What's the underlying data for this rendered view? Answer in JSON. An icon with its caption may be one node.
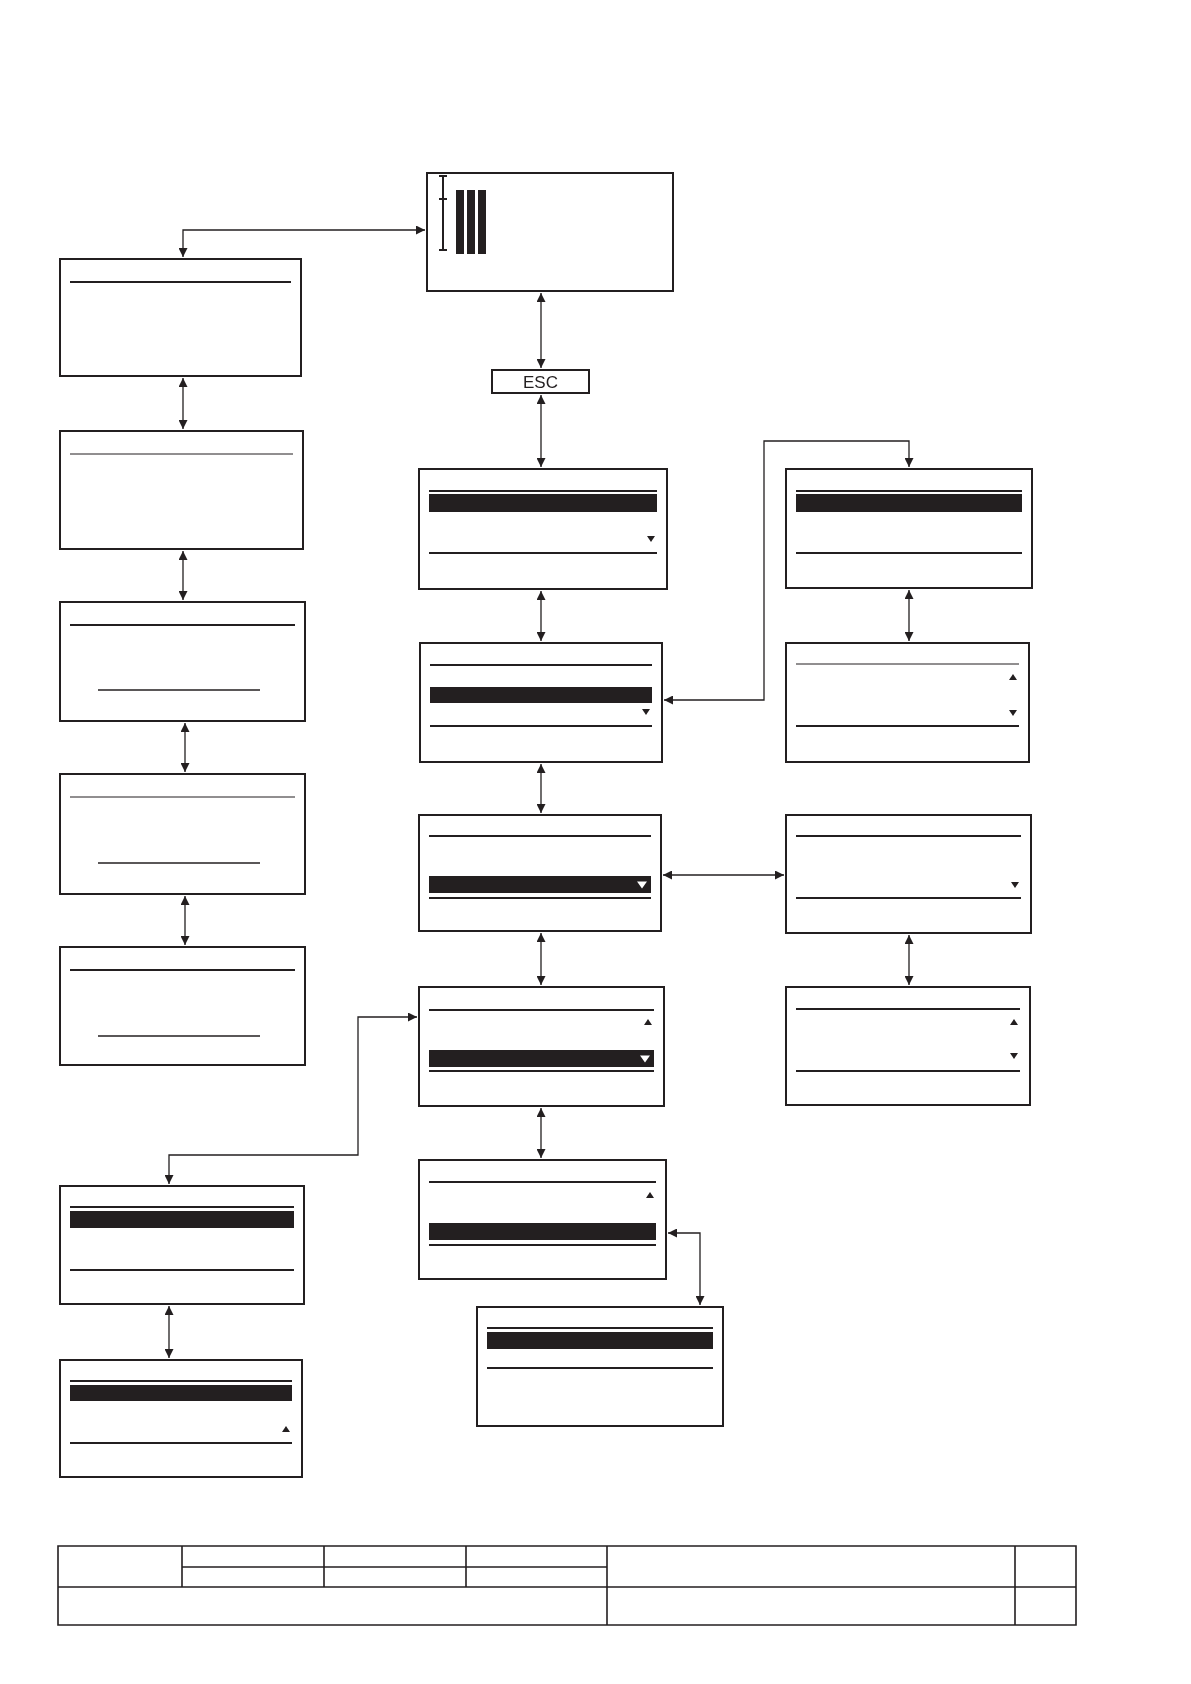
{
  "diagram": {
    "nodes": [
      {
        "text": [],
        "shape": "box"
      },
      {
        "text": [
          "ESC"
        ]
      },
      {
        "text": [],
        "shape": "box"
      },
      {
        "text": [],
        "shape": "box"
      },
      {
        "text": [],
        "shape": "box"
      },
      {
        "text": [],
        "shape": "box"
      },
      {
        "text": [],
        "shape": "box"
      },
      {
        "text": [],
        "shape": "box"
      },
      {
        "text": [],
        "shape": "box"
      },
      {
        "text": [],
        "shape": "box"
      },
      {
        "text": [],
        "shape": "box"
      },
      {
        "text": [],
        "shape": "box"
      },
      {
        "text": [],
        "shape": "box"
      },
      {
        "text": [],
        "shape": "box"
      },
      {
        "text": [],
        "shape": "box"
      },
      {
        "text": [],
        "shape": "box"
      },
      {
        "text": [],
        "shape": "box"
      },
      {
        "text": [],
        "shape": "box"
      },
      {
        "text": [],
        "shape": "box"
      }
    ],
    "edges": [
      {
        "from": 2,
        "to": 0,
        "arrow": "both"
      },
      {
        "from": 0,
        "to": 1,
        "arrow": "both"
      },
      {
        "from": 1,
        "to": 7,
        "arrow": "both"
      },
      {
        "from": 2,
        "to": 3,
        "arrow": "both"
      },
      {
        "from": 3,
        "to": 4,
        "arrow": "both"
      },
      {
        "from": 4,
        "to": 5,
        "arrow": "both"
      },
      {
        "from": 5,
        "to": 6,
        "arrow": "both"
      },
      {
        "from": 7,
        "to": 8,
        "arrow": "both"
      },
      {
        "from": 8,
        "to": 9,
        "arrow": "both"
      },
      {
        "from": 9,
        "to": 10,
        "arrow": "both"
      },
      {
        "from": 10,
        "to": 11,
        "arrow": "both"
      },
      {
        "from": 8,
        "to": 12,
        "arrow": "both"
      },
      {
        "from": 12,
        "to": 13,
        "arrow": "both"
      },
      {
        "from": 9,
        "to": 14,
        "arrow": "both"
      },
      {
        "from": 14,
        "to": 15,
        "arrow": "both"
      },
      {
        "from": 10,
        "to": 16,
        "arrow": "both"
      },
      {
        "from": 16,
        "to": 17,
        "arrow": "both"
      },
      {
        "from": 11,
        "to": 18,
        "arrow": "both"
      }
    ]
  }
}
